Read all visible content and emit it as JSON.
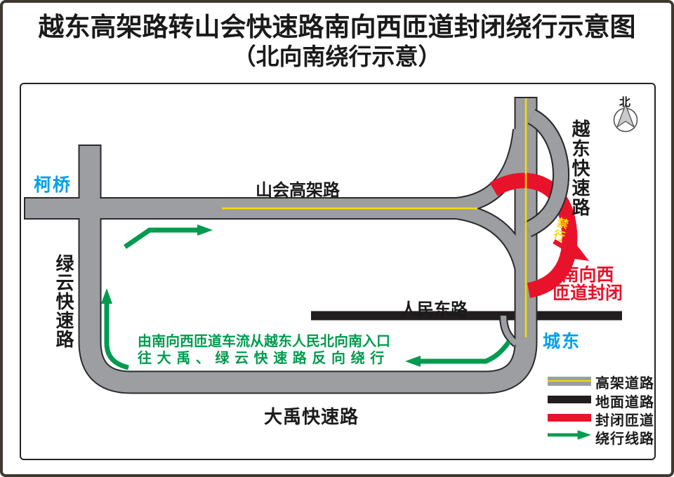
{
  "title": {
    "line1": "越东高架路转山会快速路南向西匝道封闭绕行示意图",
    "line2": "（北向南绕行示意）"
  },
  "compass": {
    "label": "北"
  },
  "roads": {
    "shanhui_viaduct": "山会高架路",
    "yuedong_expressway": "越东快速路",
    "lvyun_expressway": "绿云快速路",
    "dayu_expressway": "大禹快速路",
    "renmin_east_road": "人民东路"
  },
  "destinations": {
    "west": "柯桥",
    "east": "城东"
  },
  "closure": {
    "no_entry": "禁行",
    "label_line1": "南向西",
    "label_line2": "匝道封闭"
  },
  "detour_note": {
    "line1": "由南向西匝道车流从越东人民北向南入口",
    "line2": "往大禹、绿云快速路反向绕行"
  },
  "legend": {
    "items": [
      {
        "type": "elevated-road",
        "label": "高架道路"
      },
      {
        "type": "ground-road",
        "label": "地面道路"
      },
      {
        "type": "closed-ramp",
        "label": "封闭匝道"
      },
      {
        "type": "detour-route",
        "label": "绕行线路"
      }
    ]
  },
  "colors": {
    "road_gray": "#9c9ea1",
    "road_outline": "#2a2a2b",
    "center_line_yellow": "#f2dc00",
    "closed_ramp_red": "#e8132b",
    "detour_green": "#009b4e",
    "destination_cyan": "#00a0e9",
    "ground_road_black": "#221e1f"
  }
}
